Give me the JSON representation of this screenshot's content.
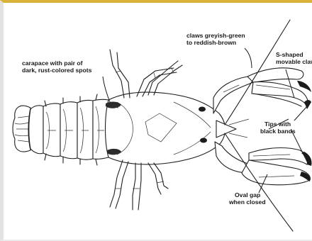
{
  "labels": {
    "carapace": [
      "carapace with pair of",
      "dark, rust-colored spots"
    ],
    "claw_color": [
      "claws greyish-green",
      "to reddish-brown"
    ],
    "movable_claw": [
      "S-shaped",
      "movable claw"
    ],
    "tips": [
      "Tips with",
      "black bands"
    ],
    "gap": [
      "Oval gap",
      "when closed"
    ]
  },
  "icons": {
    "crayfish": "crayfish-outline-drawing"
  }
}
